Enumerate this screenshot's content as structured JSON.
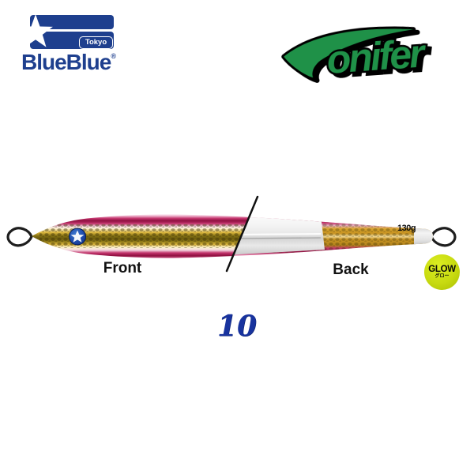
{
  "page": {
    "background": "#ffffff"
  },
  "header": {
    "blueblue_logo": {
      "wordmark": "BlueBlue",
      "registered_mark": "®",
      "tokyo_label": "Tokyo",
      "navy": "#1e3f8e"
    },
    "conifer_logo": {
      "full_name": "Conifer",
      "display_rest": "onifer",
      "green": "#1f9148",
      "outline": "#000000"
    }
  },
  "product": {
    "views": {
      "front_label": "Front",
      "back_label": "Back"
    },
    "weight_label": "130g",
    "glow_badge": {
      "title": "GLOW",
      "subtitle": "グロー",
      "badge_color": "#c7da10"
    },
    "color_number": "10"
  },
  "colors": {
    "jig_pink": "#8f1040",
    "jig_gold": "#dfb93f",
    "jig_glow_white": "#ececec",
    "number_blue": "#18339e"
  }
}
